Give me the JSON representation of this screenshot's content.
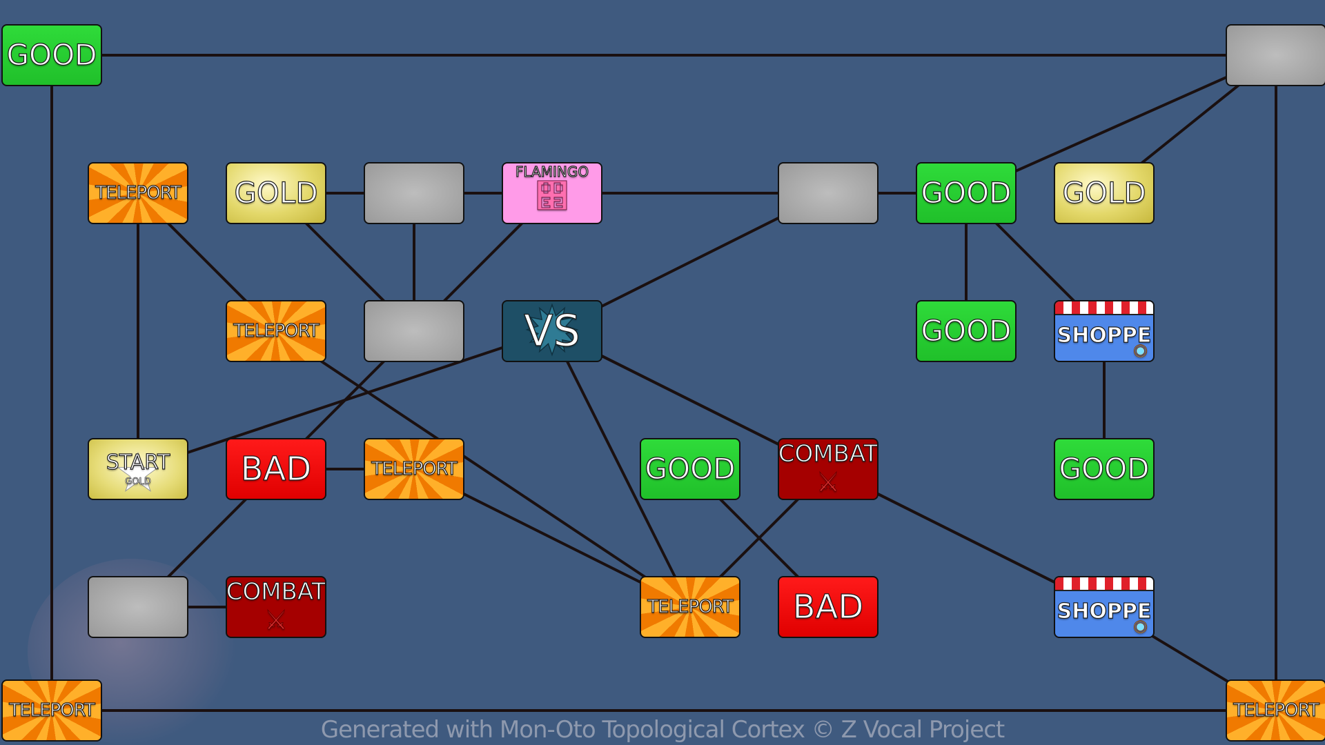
{
  "footer": "Generated with Mon-Oto Topological Cortex © Z Vocal Project",
  "colors": {
    "background": "#3f5a7f",
    "good": "#26cc30",
    "gold": "#e0d56a",
    "blank": "#a8a8a8",
    "teleport": "#f59010",
    "bad": "#ff0a0a",
    "combat": "#a50000",
    "vs": "#1e4f66",
    "flamingo": "#ff9be8",
    "shoppe": "#4f88ea",
    "edge": "#1a1010"
  },
  "tiles": [
    {
      "id": "t1",
      "type": "good",
      "label": "GOOD"
    },
    {
      "id": "t2",
      "type": "blank",
      "label": ""
    },
    {
      "id": "t3",
      "type": "teleport",
      "label": "TELEPORT"
    },
    {
      "id": "t4",
      "type": "gold",
      "label": "GOLD"
    },
    {
      "id": "t5",
      "type": "blank",
      "label": ""
    },
    {
      "id": "t6",
      "type": "flamingo",
      "label": "FLAMINGO",
      "icon": "flamingo-icon"
    },
    {
      "id": "t7",
      "type": "blank",
      "label": ""
    },
    {
      "id": "t8",
      "type": "good",
      "label": "GOOD"
    },
    {
      "id": "t9",
      "type": "gold",
      "label": "GOLD"
    },
    {
      "id": "t10",
      "type": "teleport",
      "label": "TELEPORT"
    },
    {
      "id": "t11",
      "type": "blank",
      "label": ""
    },
    {
      "id": "t12",
      "type": "vs",
      "label": "VS"
    },
    {
      "id": "t13",
      "type": "good",
      "label": "GOOD"
    },
    {
      "id": "t14",
      "type": "shoppe",
      "label": "SHOPPE",
      "icon": "shop-icon"
    },
    {
      "id": "t15",
      "type": "start",
      "label": "START",
      "sub": "GOLD",
      "icon": "star-icon"
    },
    {
      "id": "t16",
      "type": "bad",
      "label": "BAD"
    },
    {
      "id": "t17",
      "type": "teleport",
      "label": "TELEPORT"
    },
    {
      "id": "t18",
      "type": "good",
      "label": "GOOD"
    },
    {
      "id": "t19",
      "type": "combat",
      "label": "COMBAT",
      "icon": "crossed-swords-icon"
    },
    {
      "id": "t20",
      "type": "good",
      "label": "GOOD"
    },
    {
      "id": "t21",
      "type": "blank",
      "label": ""
    },
    {
      "id": "t22",
      "type": "combat",
      "label": "COMBAT",
      "icon": "crossed-swords-icon"
    },
    {
      "id": "t23",
      "type": "teleport",
      "label": "TELEPORT"
    },
    {
      "id": "t24",
      "type": "bad",
      "label": "BAD"
    },
    {
      "id": "t25",
      "type": "shoppe",
      "label": "SHOPPE",
      "icon": "shop-icon"
    },
    {
      "id": "t26",
      "type": "teleport",
      "label": "TELEPORT"
    },
    {
      "id": "t27",
      "type": "teleport",
      "label": "TELEPORT"
    }
  ],
  "connections": [
    [
      "t1",
      "t2"
    ],
    [
      "t1",
      "t26"
    ],
    [
      "t2",
      "t27"
    ],
    [
      "t26",
      "t27"
    ],
    [
      "t2",
      "t8"
    ],
    [
      "t2",
      "t9"
    ],
    [
      "t3",
      "t15"
    ],
    [
      "t3",
      "t10"
    ],
    [
      "t4",
      "t5"
    ],
    [
      "t5",
      "t6"
    ],
    [
      "t5",
      "t11"
    ],
    [
      "t4",
      "t11"
    ],
    [
      "t6",
      "t11"
    ],
    [
      "t6",
      "t7"
    ],
    [
      "t7",
      "t8"
    ],
    [
      "t7",
      "t12"
    ],
    [
      "t8",
      "t13"
    ],
    [
      "t8",
      "t14"
    ],
    [
      "t14",
      "t20"
    ],
    [
      "t12",
      "t15"
    ],
    [
      "t12",
      "t23"
    ],
    [
      "t12",
      "t19"
    ],
    [
      "t12",
      "t25"
    ],
    [
      "t11",
      "t16"
    ],
    [
      "t16",
      "t17"
    ],
    [
      "t16",
      "t21"
    ],
    [
      "t21",
      "t22"
    ],
    [
      "t10",
      "t23"
    ],
    [
      "t17",
      "t23"
    ],
    [
      "t18",
      "t24"
    ],
    [
      "t19",
      "t23"
    ],
    [
      "t19",
      "t25"
    ],
    [
      "t25",
      "t27"
    ]
  ]
}
